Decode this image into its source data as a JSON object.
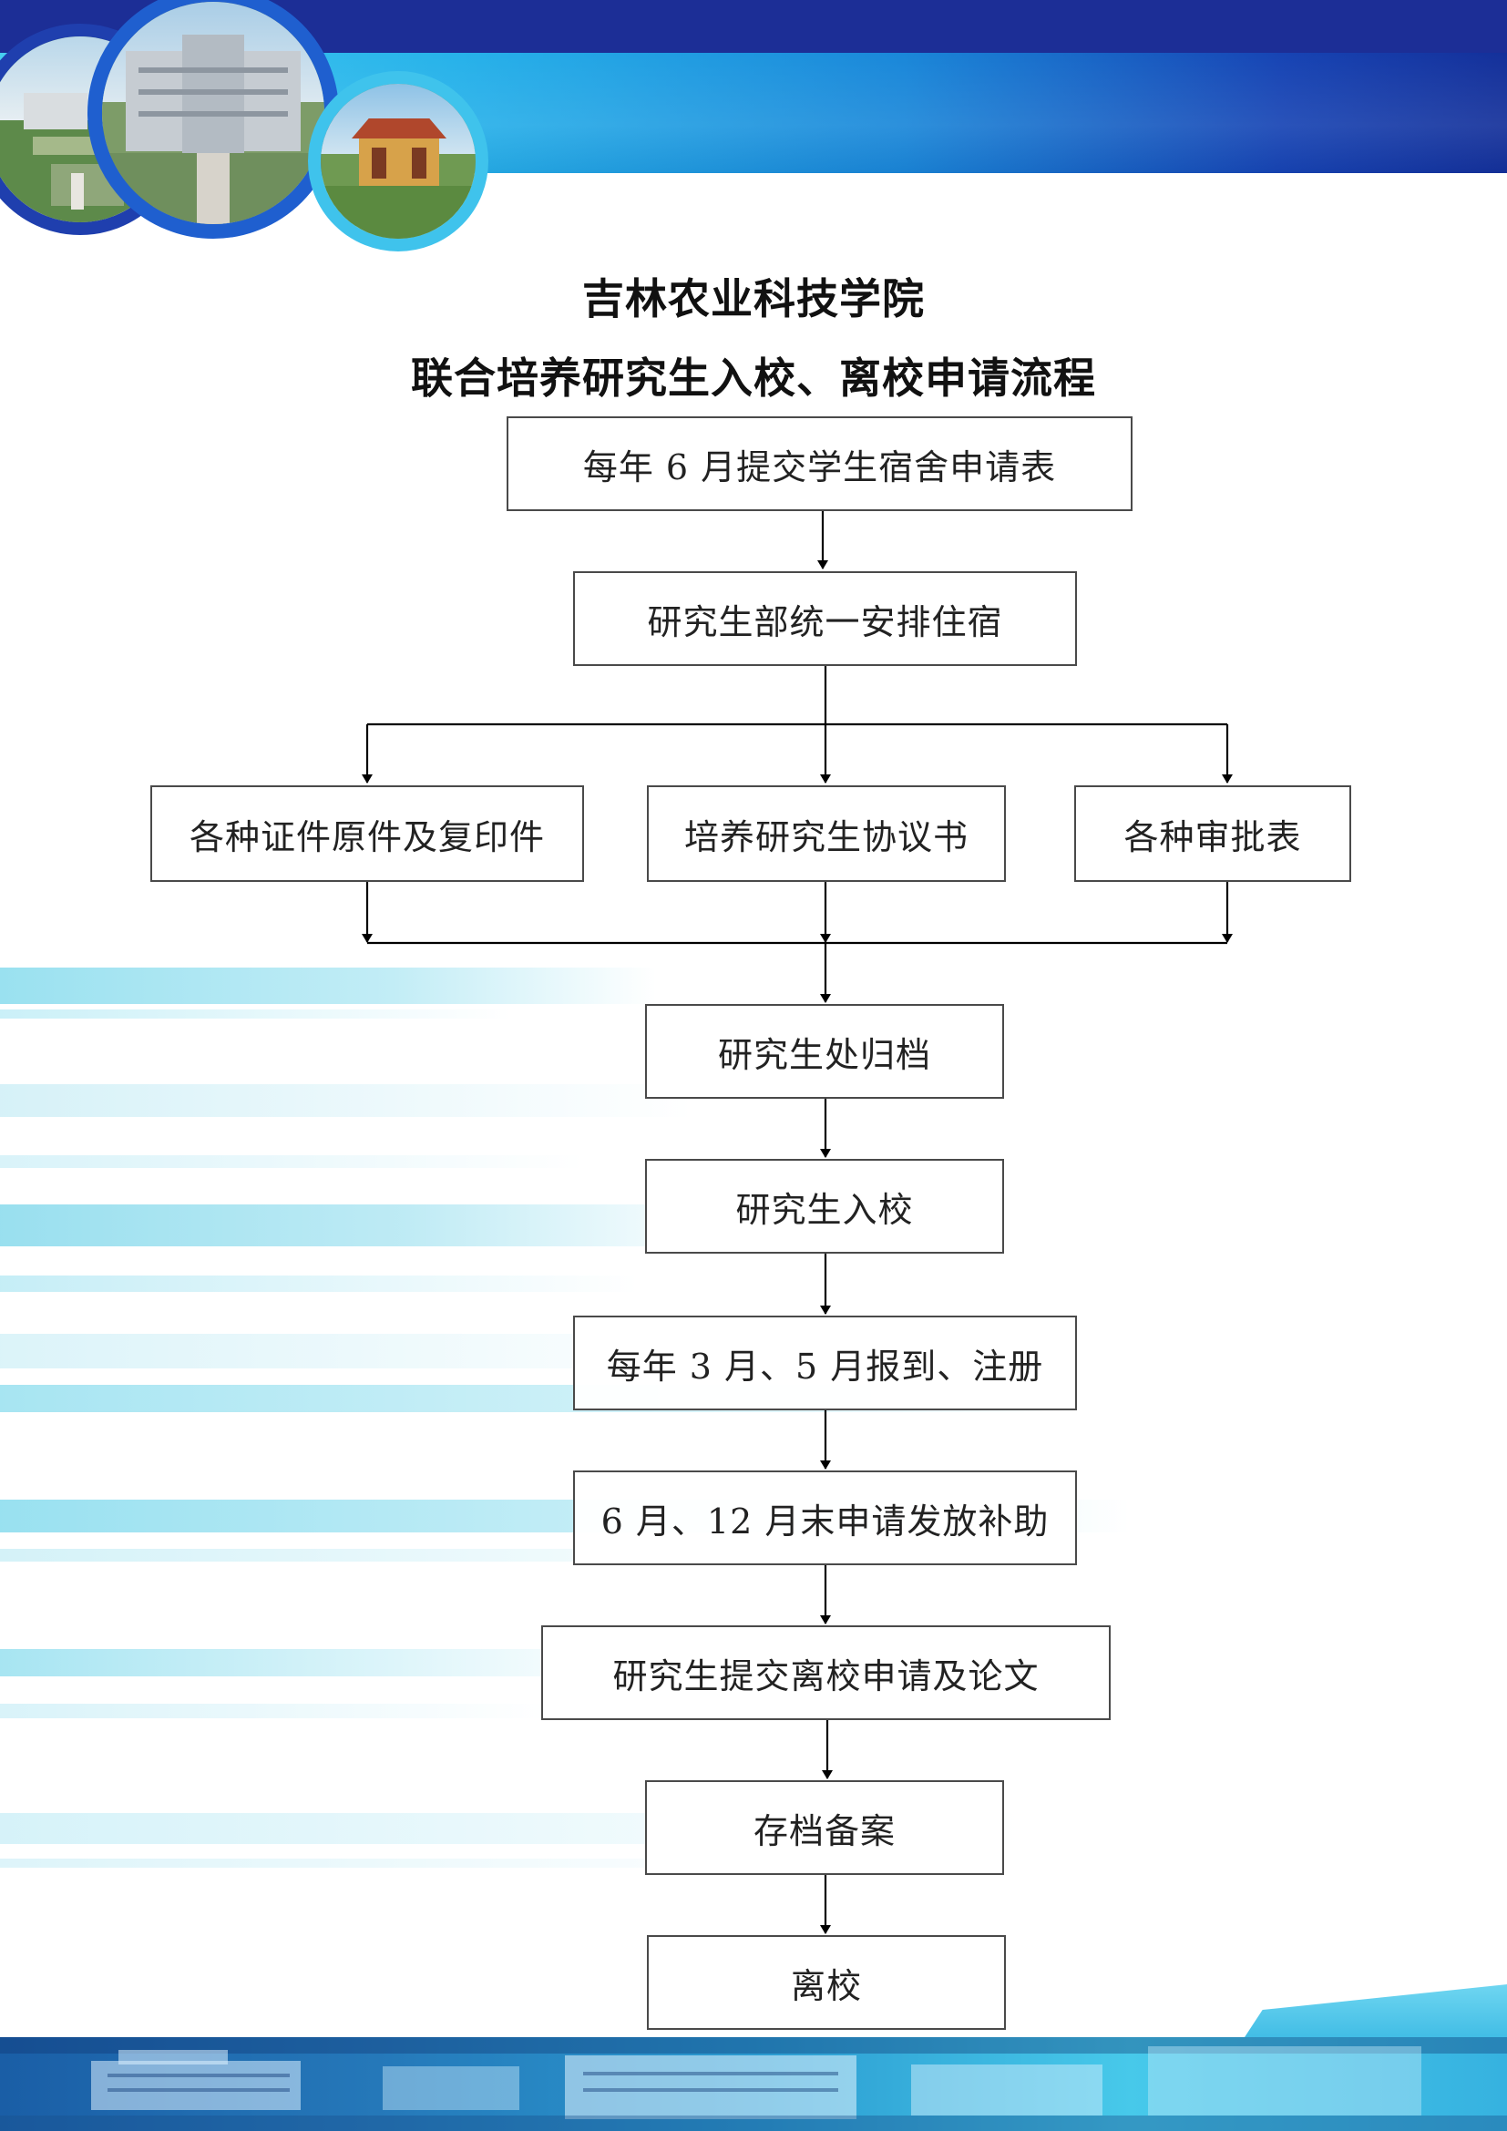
{
  "document": {
    "title_line1": "吉林农业科技学院",
    "title_line2": "联合培养研究生入校、离校申请流程"
  },
  "flow": {
    "nodes": [
      {
        "id": "dorm-application",
        "label": "每年 6 月提交学生宿舍申请表"
      },
      {
        "id": "arrange-housing",
        "label": "研究生部统一安排住宿"
      },
      {
        "id": "certificates",
        "label": "各种证件原件及复印件"
      },
      {
        "id": "agreement",
        "label": "培养研究生协议书"
      },
      {
        "id": "approval-forms",
        "label": "各种审批表"
      },
      {
        "id": "archive-office",
        "label": "研究生处归档"
      },
      {
        "id": "enrollment",
        "label": "研究生入校"
      },
      {
        "id": "registration",
        "label": "每年 3 月、5 月报到、注册"
      },
      {
        "id": "subsidy",
        "label": "6 月、12 月末申请发放补助"
      },
      {
        "id": "leave-application",
        "label": "研究生提交离校申请及论文"
      },
      {
        "id": "filing",
        "label": "存档备案"
      },
      {
        "id": "departure",
        "label": "离校"
      }
    ],
    "edges": [
      [
        "dorm-application",
        "arrange-housing"
      ],
      [
        "arrange-housing",
        "certificates"
      ],
      [
        "arrange-housing",
        "agreement"
      ],
      [
        "arrange-housing",
        "approval-forms"
      ],
      [
        "certificates",
        "archive-office"
      ],
      [
        "agreement",
        "archive-office"
      ],
      [
        "approval-forms",
        "archive-office"
      ],
      [
        "archive-office",
        "enrollment"
      ],
      [
        "enrollment",
        "registration"
      ],
      [
        "registration",
        "subsidy"
      ],
      [
        "subsidy",
        "leave-application"
      ],
      [
        "leave-application",
        "filing"
      ],
      [
        "filing",
        "departure"
      ]
    ]
  },
  "colors": {
    "header_dark": "#1c2e96",
    "header_light": "#46cff0",
    "stripe": "#8fe0ee",
    "box_border": "#4a4a4a",
    "line": "#000000"
  }
}
